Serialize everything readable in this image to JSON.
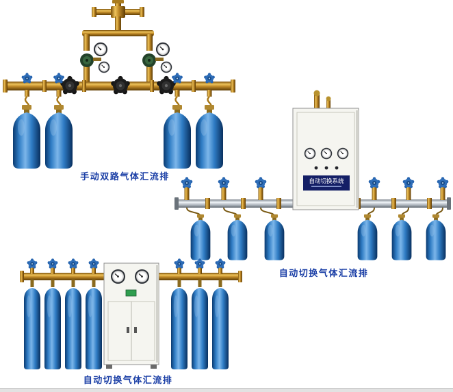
{
  "page": {
    "background": "#ffffff",
    "caption_color": "#1b3fa6"
  },
  "products": [
    {
      "id": "manual-dual-manifold",
      "caption": "手动双路气体汇流排",
      "cylinder_count": 4
    },
    {
      "id": "auto-switch-manifold-wall",
      "caption": "自动切换气体汇流排",
      "cabinet_label": "自动切换系统",
      "cylinder_count": 6
    },
    {
      "id": "auto-switch-manifold-floor",
      "caption": "自动切换气体汇流排",
      "cylinder_count": 7
    }
  ],
  "colors": {
    "caption_text": "#1b3fa6",
    "cylinder_blue": "#2f7cc4",
    "brass": "#c08a28",
    "silver_pipe": "#aab2ba",
    "cabinet_face": "#f5f5f0",
    "cabinet_label_plate": "#141f66",
    "valve_handle_blue": "#2e6db8",
    "valve_handle_black": "#1c1c1c"
  }
}
